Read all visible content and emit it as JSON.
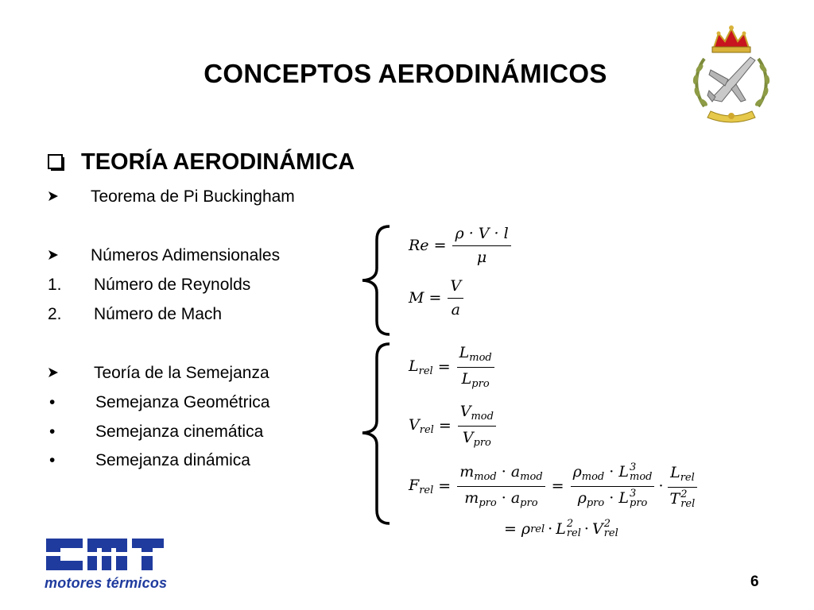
{
  "slide": {
    "title": "CONCEPTOS AERODINÁMICOS",
    "section_heading": "TEORÍA AERODINÁMICA",
    "page_number": "6"
  },
  "items": {
    "pi_buckingham": "Teorema de Pi Buckingham",
    "numeros": "Números Adimensionales",
    "reynolds_num": "1.",
    "reynolds": "Número de Reynolds",
    "mach_num": "2.",
    "mach": "Número de Mach",
    "semejanza": "Teoría de la Semejanza",
    "geometrica": "Semejanza Geométrica",
    "cinematica": "Semejanza cinemática",
    "dinamica": "Semejanza dinámica",
    "bullet": "•"
  },
  "formulas": {
    "re": {
      "lhs": "Re",
      "num": "ρ · V · l",
      "den": "μ"
    },
    "mach": {
      "lhs": "M",
      "num": "V",
      "den": "a"
    },
    "lrel": {
      "lhs": "L",
      "lhs_sub": "rel",
      "num": "L",
      "num_sub": "mod",
      "den": "L",
      "den_sub": "pro"
    },
    "vrel": {
      "lhs": "V",
      "lhs_sub": "rel",
      "num": "V",
      "num_sub": "mod",
      "den": "V",
      "den_sub": "pro"
    },
    "frel": {
      "lhs": "F",
      "lhs_sub": "rel",
      "f1_num_a": "m",
      "f1_num_a_sub": "mod",
      "dot": "·",
      "f1_num_b": "a",
      "f1_num_b_sub": "mod",
      "f1_den_a": "m",
      "f1_den_a_sub": "pro",
      "f1_den_b": "a",
      "f1_den_b_sub": "pro",
      "f2_num_a": "ρ",
      "f2_num_a_sub": "mod",
      "f2_num_b": "L",
      "f2_num_b_sup": "3",
      "f2_num_b_sub": "mod",
      "f2_den_a": "ρ",
      "f2_den_a_sub": "pro",
      "f2_den_b": "L",
      "f2_den_b_sup": "3",
      "f2_den_b_sub": "pro",
      "f3_num": "L",
      "f3_num_sub": "rel",
      "f3_den": "T",
      "f3_den_sup": "2",
      "f3_den_sub": "rel",
      "line2_a": "ρ",
      "line2_a_sub": "rel",
      "line2_b": "L",
      "line2_b_sup": "2",
      "line2_b_sub": "rel",
      "line2_c": "V",
      "line2_c_sup": "2",
      "line2_c_sub": "rel"
    },
    "equals": "="
  },
  "logo": {
    "caption": "motores térmicos",
    "color": "#1f3b9e"
  },
  "icons": {
    "section_bullet": "checkbox-icon",
    "arrow_bullet": "arrowhead-icon",
    "emblem": "air-force-emblem-icon"
  }
}
